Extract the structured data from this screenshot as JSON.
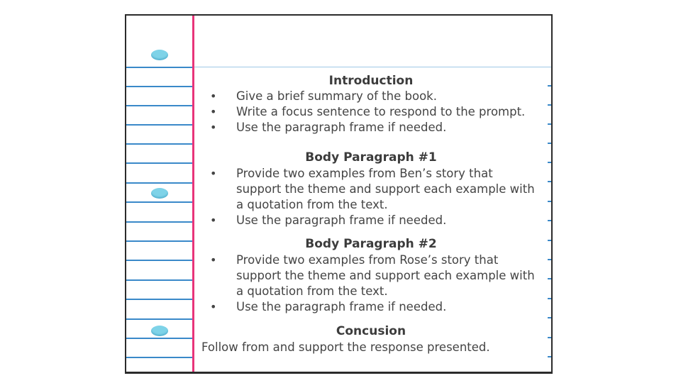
{
  "sections": [
    {
      "heading": "Introduction",
      "bullets": [
        "Give a brief summary of the book.",
        "Write a focus sentence to respond to the prompt.",
        "Use the paragraph frame if needed."
      ]
    },
    {
      "heading": "Body Paragraph #1",
      "bullets": [
        "Provide two examples from Ben’s story that support the theme and support each example with a quotation from the text.",
        "Use the paragraph frame if needed."
      ]
    },
    {
      "heading": "Body Paragraph #2",
      "bullets": [
        "Provide two examples from Rose’s story that support the theme and support each example with a quotation from the text.",
        "Use the paragraph frame if needed."
      ]
    },
    {
      "heading": "Concusion",
      "text": "Follow from and support the response presented."
    }
  ],
  "colors": {
    "rule_line": "#3a89c9",
    "margin_line": "#e8357a",
    "binder_hole": "#7ed3e8",
    "border": "#2b2b2b"
  }
}
